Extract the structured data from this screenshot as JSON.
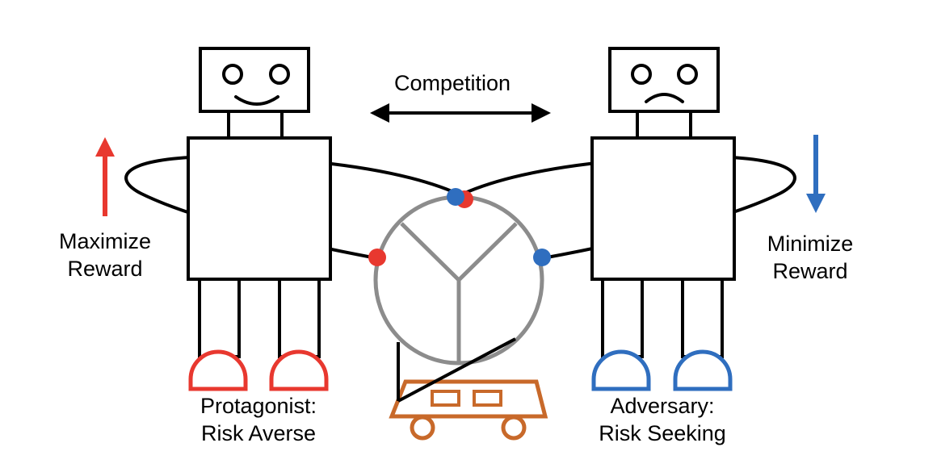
{
  "labels": {
    "competition": "Competition",
    "maximize": [
      "Maximize",
      "Reward"
    ],
    "minimize": [
      "Minimize",
      "Reward"
    ],
    "protagonist": [
      "Protagonist:",
      "Risk Averse"
    ],
    "adversary": [
      "Adversary:",
      "Risk Seeking"
    ]
  },
  "colors": {
    "protagonist": "#e8382f",
    "adversary": "#2f6ebf",
    "wheel": "#8c8c8c",
    "cart": "#c8692a",
    "outline": "#000000"
  },
  "robots": {
    "protagonist": {
      "expression": "smile",
      "reward_direction": "up"
    },
    "adversary": {
      "expression": "frown",
      "reward_direction": "down"
    }
  }
}
